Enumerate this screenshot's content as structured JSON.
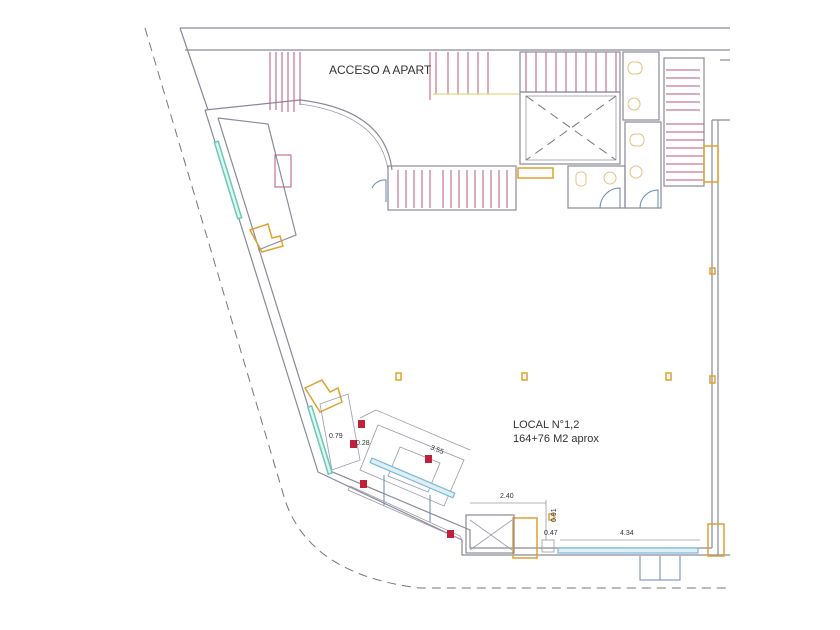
{
  "plan": {
    "access_label": "ACCESO A APART",
    "local_title": "LOCAL N°1,2",
    "local_area": "164+76 M2 aprox",
    "dimensions": {
      "d1": "0.79",
      "d2": "0.28",
      "d3": "3.55",
      "d4": "2.40",
      "d5": "0.91",
      "d6": "0.47",
      "d7": "4.34"
    },
    "colors": {
      "walls": "#8a8a9a",
      "stairs": "#b85a7a",
      "columns": "#e0a030",
      "glazing": "#7ab8d8",
      "fixtures": "#c0203a"
    }
  }
}
